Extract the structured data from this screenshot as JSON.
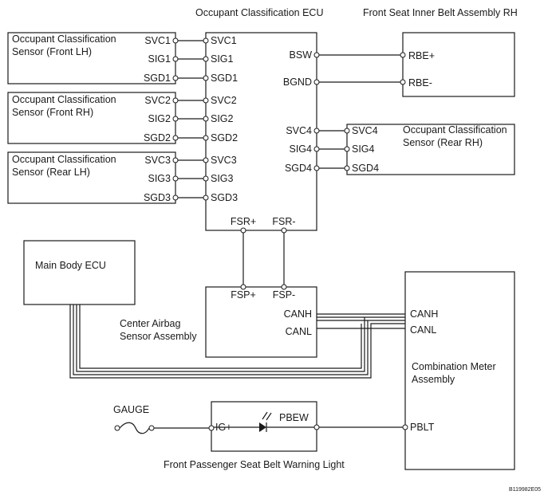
{
  "titles": {
    "ecu": "Occupant Classification ECU",
    "belt_assembly": "Front Seat Inner Belt Assembly RH",
    "warning_light": "Front Passenger Seat Belt Warning Light",
    "figure_id": "B119982E05"
  },
  "sensors": {
    "front_lh": {
      "line1": "Occupant Classification",
      "line2": "Sensor (Front LH)",
      "pins": [
        "SVC1",
        "SIG1",
        "SGD1"
      ]
    },
    "front_rh": {
      "line1": "Occupant Classification",
      "line2": "Sensor (Front RH)",
      "pins": [
        "SVC2",
        "SIG2",
        "SGD2"
      ]
    },
    "rear_lh": {
      "line1": "Occupant Classification",
      "line2": "Sensor (Rear LH)",
      "pins": [
        "SVC3",
        "SIG3",
        "SGD3"
      ]
    },
    "rear_rh": {
      "line1": "Occupant Classification",
      "line2": "Sensor (Rear RH)",
      "pins": [
        "SVC4",
        "SIG4",
        "SGD4"
      ]
    }
  },
  "ecu_pins": {
    "left": [
      "SVC1",
      "SIG1",
      "SGD1",
      "SVC2",
      "SIG2",
      "SGD2",
      "SVC3",
      "SIG3",
      "SGD3"
    ],
    "right": [
      "BSW",
      "BGND",
      "SVC4",
      "SIG4",
      "SGD4"
    ],
    "bottom": [
      "FSR+",
      "FSR-"
    ]
  },
  "belt_pins": [
    "RBE+",
    "RBE-"
  ],
  "main_body_ecu": "Main Body ECU",
  "airbag": {
    "line1": "Center Airbag",
    "line2": "Sensor Assembly",
    "pins": {
      "fsp_plus": "FSP+",
      "fsp_minus": "FSP-",
      "canh": "CANH",
      "canl": "CANL"
    }
  },
  "meter": {
    "line1": "Combination Meter",
    "line2": "Assembly",
    "pins": {
      "canh": "CANH",
      "canl": "CANL",
      "pblt": "PBLT"
    }
  },
  "gauge_label": "GAUGE",
  "light_pins": {
    "ig": "IG+",
    "pbew": "PBEW"
  }
}
